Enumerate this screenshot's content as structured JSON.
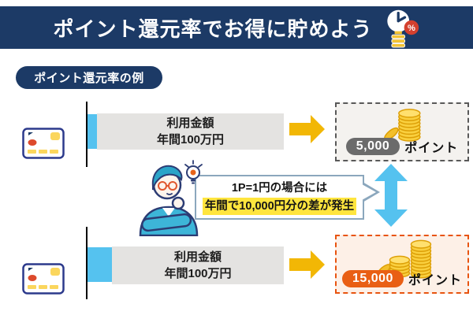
{
  "header": {
    "title": "ポイント還元率でお得に貯めよう",
    "icon_label": "%"
  },
  "section_label": "ポイント還元率の例",
  "rows": [
    {
      "usage_line1": "利用金額",
      "usage_line2": "年間100万円",
      "points_value": "5,000",
      "points_unit": "ポイント"
    },
    {
      "usage_line1": "利用金額",
      "usage_line2": "年間100万円",
      "points_value": "15,000",
      "points_unit": "ポイント"
    }
  ],
  "callout": {
    "line1": "1P=1円の場合には",
    "line2": "年間で10,000円分の差が発生"
  },
  "colors": {
    "navy": "#1c3a66",
    "cyan": "#55c2ef",
    "gray_box": "#e4e3e1",
    "arrow_yellow": "#f2b705",
    "gray_badge": "#6b6b6b",
    "gray_dash_border": "#595959",
    "gray_dash_bg": "#f4f2ef",
    "orange_badge": "#e95f14",
    "orange_dash_border": "#e85410",
    "orange_dash_bg": "#fdf0e7",
    "highlight_yellow": "#ffe53e",
    "bubble_border": "#8ba7bd",
    "coin_gold": "#f9cf3e",
    "coin_edge": "#dd9f06"
  }
}
